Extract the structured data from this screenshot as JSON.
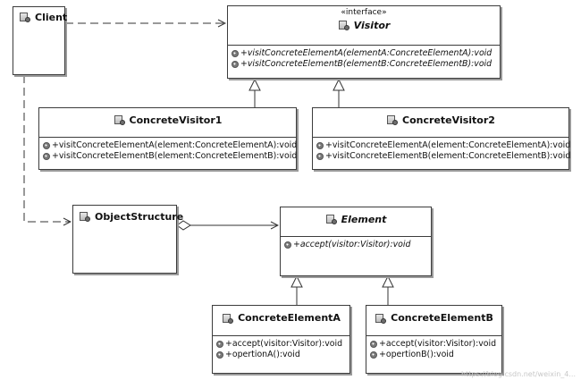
{
  "diagram": {
    "client": {
      "name": "Client"
    },
    "visitor": {
      "stereotype": "«interface»",
      "name": "Visitor",
      "ops": [
        "+visitConcreteElementA(elementA:ConcreteElementA):void",
        "+visitConcreteElementB(elementB:ConcreteElementB):void"
      ]
    },
    "concrete_visitor_1": {
      "name": "ConcreteVisitor1",
      "ops": [
        "+visitConcreteElementA(element:ConcreteElementA):void",
        "+visitConcreteElementB(element:ConcreteElementB):void"
      ]
    },
    "concrete_visitor_2": {
      "name": "ConcreteVisitor2",
      "ops": [
        "+visitConcreteElementA(element:ConcreteElementA):void",
        "+visitConcreteElementB(element:ConcreteElementB):void"
      ]
    },
    "object_structure": {
      "name": "ObjectStructure"
    },
    "element": {
      "name": "Element",
      "ops": [
        "+accept(visitor:Visitor):void"
      ]
    },
    "concrete_element_a": {
      "name": "ConcreteElementA",
      "ops": [
        "+accept(visitor:Visitor):void",
        "+opertionA():void"
      ]
    },
    "concrete_element_b": {
      "name": "ConcreteElementB",
      "ops": [
        "+accept(visitor:Visitor):void",
        "+opertionB():void"
      ]
    }
  },
  "watermark": "https://blog.csdn.net/weixin_4..."
}
